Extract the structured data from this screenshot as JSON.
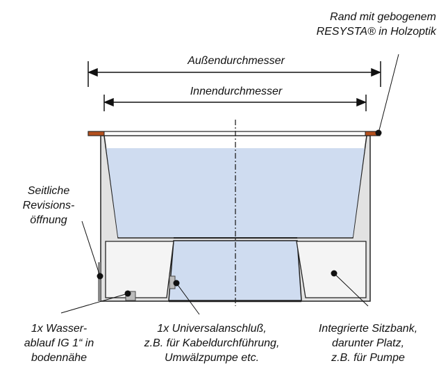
{
  "labels": {
    "outer_diameter": "Außendurchmesser",
    "inner_diameter": "Innendurchmesser",
    "rim": [
      "Rand mit gebogenem",
      "RESYSTA® in Holzoptik"
    ],
    "side_revision": [
      "Seitliche",
      "Revisions-",
      "öffnung"
    ],
    "drain": [
      "1x Wasser-",
      "ablauf IG 1“ in",
      "bodennähe"
    ],
    "universal": [
      "1x Universalanschluß,",
      "z.B. für Kabeldurchführung,",
      "Umwälzpumpe etc."
    ],
    "bench": [
      "Integrierte Sitzbank,",
      "darunter Platz,",
      "z.B. für Pumpe"
    ]
  },
  "colors": {
    "water": "#cfdcf0",
    "wall": "#e2e2e2",
    "rim_wood": "#b4501e",
    "bench": "#f4f4f4"
  }
}
